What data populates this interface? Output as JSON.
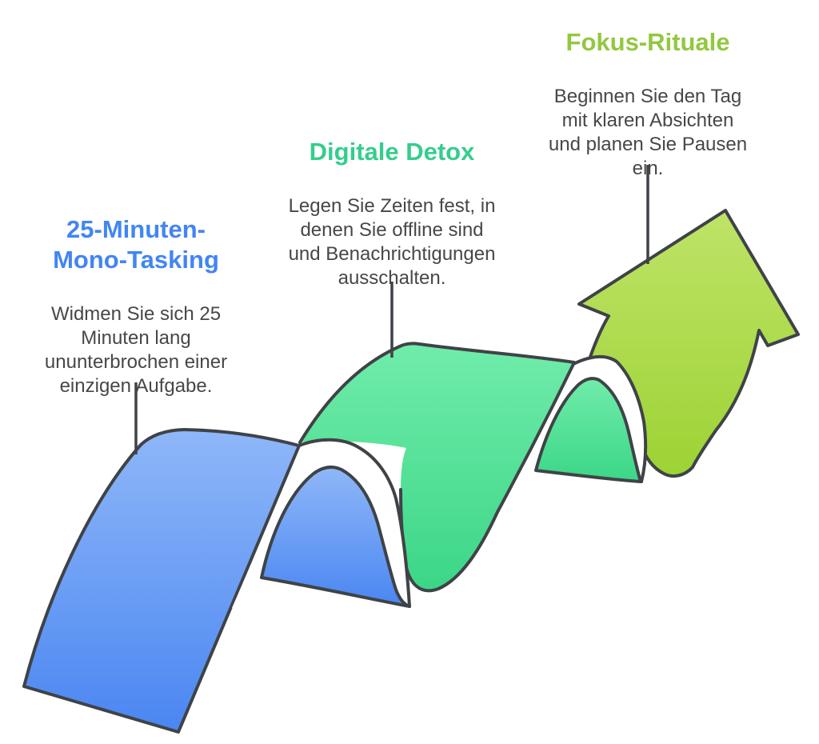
{
  "diagram": {
    "background_color": "#ffffff",
    "outline_color": "#3F4347",
    "fold_color": "#FFFFFF",
    "connector_color": "#3F4347",
    "steps": [
      {
        "title": "25-Minuten-\nMono-Tasking",
        "title_color": "#4285F4",
        "description": "Widmen Sie sich 25\nMinuten lang\nununterbrochen einer\neinzigen Aufgabe.",
        "shape": "wave-segment",
        "gradient_top": "#8FB7F8",
        "gradient_bottom": "#4A86F1"
      },
      {
        "title": "Digitale Detox",
        "title_color": "#35CD8D",
        "description": "Legen Sie Zeiten fest, in\ndenen Sie offline sind\nund Benachrichtigungen\nausschalten.",
        "shape": "wave-segment",
        "gradient_top": "#70ECAA",
        "gradient_bottom": "#3CD687"
      },
      {
        "title": "Fokus-Rituale",
        "title_color": "#92C83E",
        "description": "Beginnen Sie den Tag\nmit klaren Absichten\nund planen Sie Pausen\nein.",
        "shape": "arrow-segment",
        "gradient_top": "#BFE368",
        "gradient_bottom": "#9CD334"
      }
    ]
  }
}
